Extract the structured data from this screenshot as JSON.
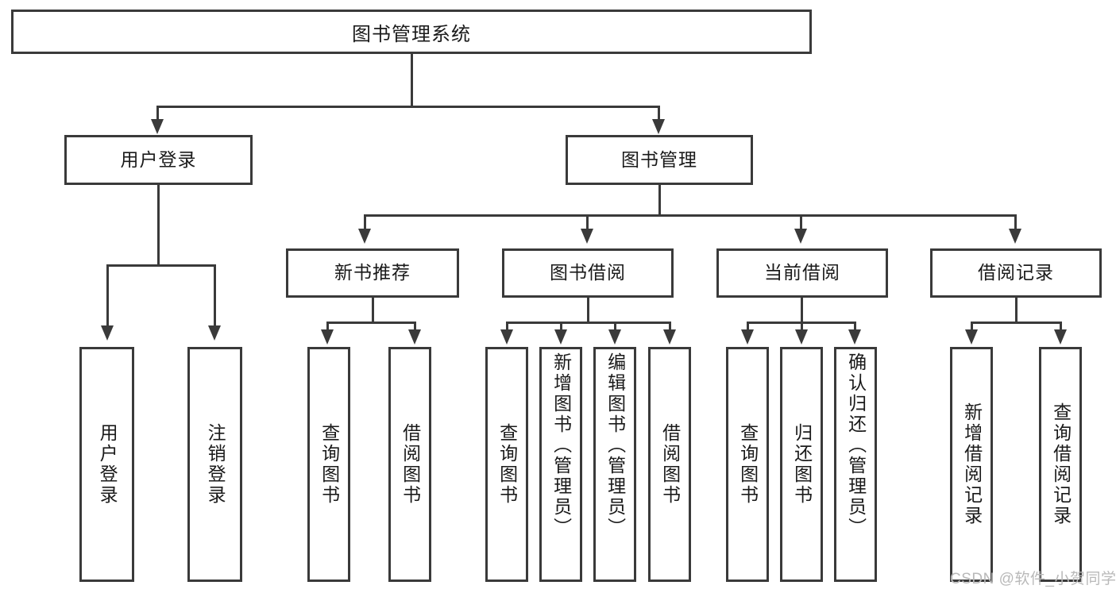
{
  "diagram": {
    "type": "hierarchy-tree",
    "root": {
      "label": "图书管理系统"
    },
    "level1": [
      {
        "label": "用户登录"
      },
      {
        "label": "图书管理"
      }
    ],
    "level2": [
      {
        "label": "新书推荐"
      },
      {
        "label": "图书借阅"
      },
      {
        "label": "当前借阅"
      },
      {
        "label": "借阅记录"
      }
    ],
    "leaves": {
      "user_login": [
        {
          "label": "用户登录"
        },
        {
          "label": "注销登录"
        }
      ],
      "new_book_recommend": [
        {
          "label": "查询图书"
        },
        {
          "label": "借阅图书"
        }
      ],
      "book_borrow": [
        {
          "label": "查询图书"
        },
        {
          "label": "新增图书（管理员）"
        },
        {
          "label": "编辑图书（管理员）"
        },
        {
          "label": "借阅图书"
        }
      ],
      "current_borrow": [
        {
          "label": "查询图书"
        },
        {
          "label": "归还图书"
        },
        {
          "label": "确认归还（管理员）"
        }
      ],
      "borrow_record": [
        {
          "label": "新增借阅记录"
        },
        {
          "label": "查询借阅记录"
        }
      ]
    }
  },
  "watermark": {
    "text": "CSDN @软件_小贺同学"
  },
  "colors": {
    "stroke": "#3a3a3a",
    "text": "#1a1a1a",
    "background": "#ffffff",
    "watermark": "#b9b9b9"
  }
}
